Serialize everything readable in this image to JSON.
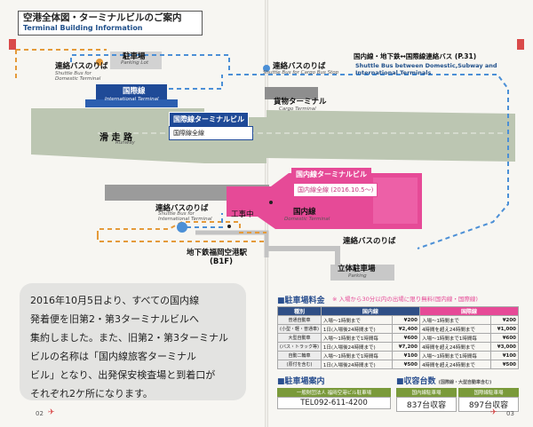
{
  "header": {
    "title_jp": "空港全体図・ターミナルビルのご案内",
    "title_en": "Terminal Building Information"
  },
  "map": {
    "parking_top": {
      "jp": "駐車場",
      "en": "Parking Lot"
    },
    "bus_top_left": {
      "jp": "連絡バスのりば",
      "en": "Shuttle Bus for Domestic Terminal"
    },
    "intl_area_jp": "国際線",
    "intl_area_en": "International Terminal",
    "intl_terminal_tag": "国際線ターミナルビル",
    "intl_terminal_sub": "国際線全線",
    "runway_jp": "滑 走 路",
    "runway_en": "Runway",
    "bus_top_mid": {
      "jp": "連絡バスのりば",
      "en": "Shuttle Bus for Cargo Bus Stop"
    },
    "cargo": {
      "jp": "貨物ターミナル",
      "en": "Cargo Terminal"
    },
    "shuttle_route": {
      "jp": "国内線・地下鉄↔国際線連絡バス (P.31)",
      "en": "Shuttle Bus between Domestic,Subway and International Terminals"
    },
    "dom_terminal_tag": "国内線ターミナルビル",
    "dom_terminal_sub": "国内線全線 (2016.10.5～)",
    "dom_area_jp": "国内線",
    "dom_area_en": "Domestic Terminal",
    "bus_bottom_left": {
      "jp": "連絡バスのりば",
      "en": "Shuttle Bus for International Terminal"
    },
    "construction": "工事中",
    "subway": {
      "jp": "地下鉄福岡空港駅",
      "en": "(B1F)"
    },
    "bus_bottom_right": {
      "jp": "連絡バスのりば"
    },
    "parking_bottom": {
      "jp": "立体駐車場",
      "en": "Parking"
    }
  },
  "notice": {
    "lines": [
      "2016年10月5日より、すべての国内線",
      "発着便を旧第2・第3ターミナルビルへ",
      "集約しました。また、旧第2・第3ターミナル",
      "ビルの名称は「国内線旅客ターミナル",
      "ビル」となり、出発保安検査場と到着口が",
      "それぞれ2ケ所になります。"
    ]
  },
  "parking_fees": {
    "title": "■駐車場料金",
    "note": "※ 入場から30分以内の出場に限り無料(国内線・国際線)",
    "headers": {
      "category": "種別",
      "domestic": "国内線",
      "international": "国際線"
    },
    "rows": [
      {
        "category": "普通自動車",
        "dom_label": "入場～1時間まで",
        "dom_fee": "¥200",
        "intl_label": "入場～1時間まで",
        "intl_fee": "¥200"
      },
      {
        "category": "(小型・軽・普通車)",
        "dom_label": "1日(入場後24時間まで)",
        "dom_fee": "¥2,400",
        "intl_label": "4時間を超え24時間まで",
        "intl_fee": "¥1,000"
      },
      {
        "category": "大型自動車",
        "dom_label": "入場～1時間まで1時間毎",
        "dom_fee": "¥600",
        "intl_label": "入場～1時間まで1時間毎",
        "intl_fee": "¥600"
      },
      {
        "category": "(バス・トラック等)",
        "dom_label": "1日(入場後24時間まで)",
        "dom_fee": "¥7,200",
        "intl_label": "4時間を超え24時間まで",
        "intl_fee": "¥3,000"
      },
      {
        "category": "自動二輪車",
        "dom_label": "入場～1時間まで1時間毎",
        "dom_fee": "¥100",
        "intl_label": "入場～1時間まで1時間毎",
        "intl_fee": "¥100"
      },
      {
        "category": "(原付を含む)",
        "dom_label": "1日(入場後24時間まで)",
        "dom_fee": "¥500",
        "intl_label": "4時間を超え24時間まで",
        "intl_fee": "¥500"
      }
    ]
  },
  "parking_info": {
    "title": "■駐車場案内",
    "org": "一般財団法人 福岡空港ビル駐車場",
    "tel": "TEL092-611-4200"
  },
  "capacity": {
    "title": "■収容台数",
    "note": "(国際線・大型自動車含む)",
    "domestic_label": "国内線駐車場",
    "domestic_value": "837台収容",
    "intl_label": "国際線駐車場",
    "intl_value": "897台収容"
  },
  "footer": {
    "page_left": "02",
    "page_right": "03"
  }
}
